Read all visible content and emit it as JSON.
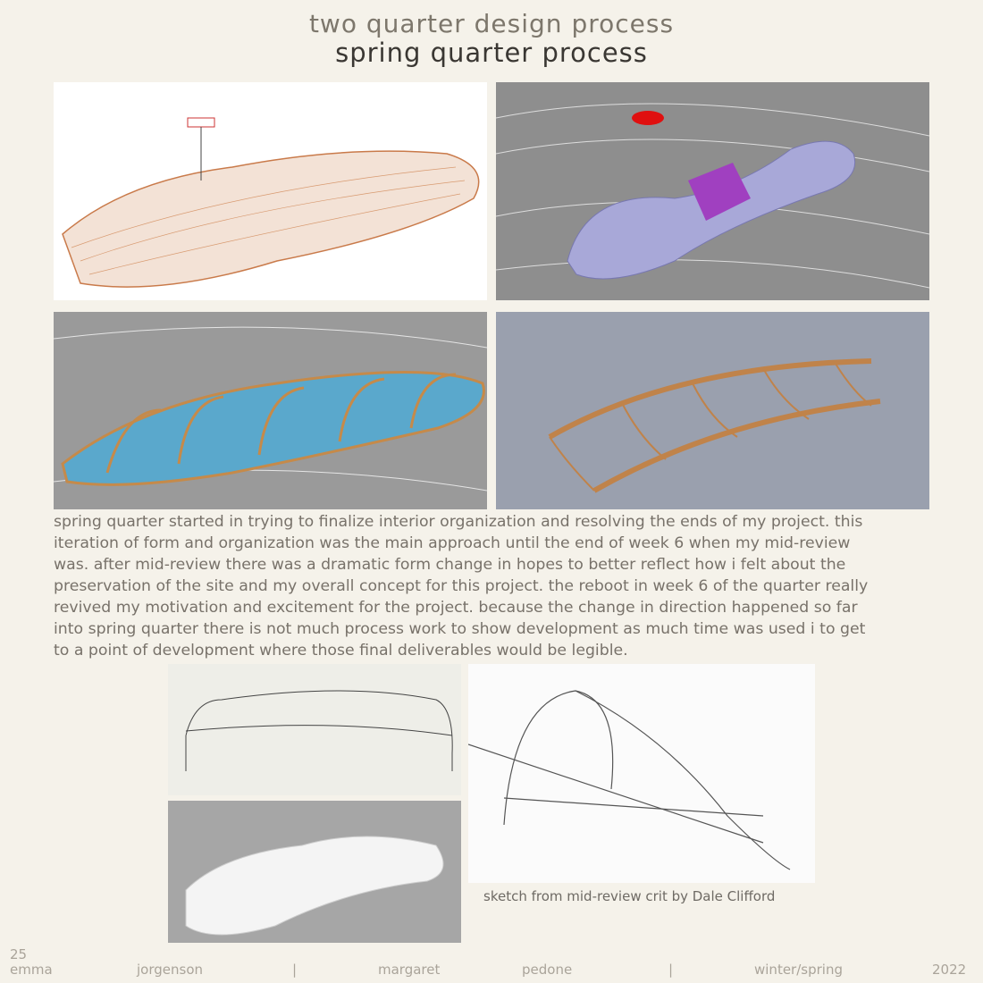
{
  "header": {
    "title": "two quarter design process",
    "subtitle": "spring quarter process"
  },
  "paragraph": [
    "spring quarter started in trying to finalize interior organization and resolving the ends of my project. this",
    "iteration of form and organization was the main approach until the end of week 6 when my mid-review",
    "was. after mid-review there was a dramatic form change in hopes to better reflect how i felt about the",
    "preservation of the site and my overall concept for this project. the reboot in week 6 of the quarter really",
    "revived my motivation and excitement for the project. because the change in direction happened so far",
    "into spring quarter there is not much process work to show development as much time was used i to get",
    "to a point of development where those final deliverables would be legible."
  ],
  "caption": "sketch from mid-review crit by Dale Clifford",
  "footer": {
    "page": "25",
    "first": "emma",
    "last": "jorgenson",
    "sep1": "|",
    "first2": "margaret",
    "last2": "pedone",
    "sep2": "|",
    "term": "winter/spring",
    "year": "2022"
  }
}
